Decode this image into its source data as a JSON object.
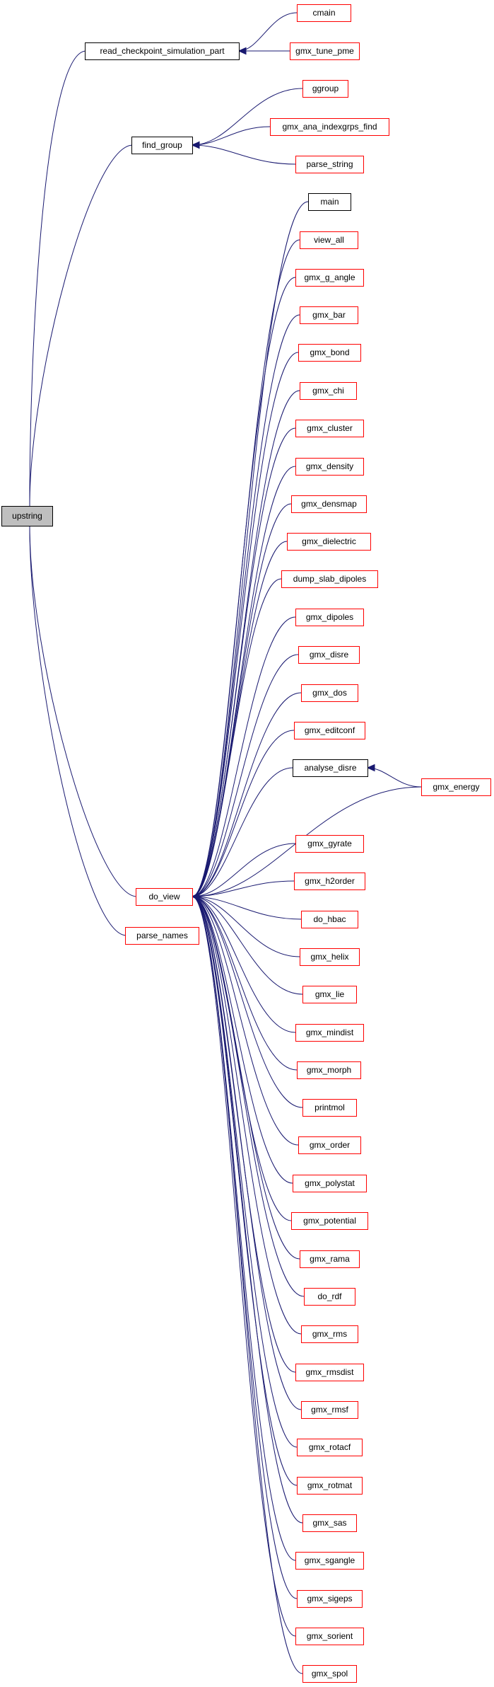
{
  "colors": {
    "edge": "#191970",
    "root_fill": "#bfbfbf",
    "root_border": "#000000",
    "documented_border": "#000000",
    "undocumented_border": "#ff0000",
    "node_fill": "#ffffff"
  },
  "graph": {
    "root": "upstring",
    "nodes": [
      {
        "id": "upstring",
        "label": "upstring",
        "style": "root"
      },
      {
        "id": "read_checkpoint_simulation_part",
        "label": "read_checkpoint_simulation_part",
        "style": "documented"
      },
      {
        "id": "cmain",
        "label": "cmain",
        "style": "undocumented"
      },
      {
        "id": "gmx_tune_pme",
        "label": "gmx_tune_pme",
        "style": "undocumented"
      },
      {
        "id": "find_group",
        "label": "find_group",
        "style": "documented"
      },
      {
        "id": "ggroup",
        "label": "ggroup",
        "style": "undocumented"
      },
      {
        "id": "gmx_ana_indexgrps_find",
        "label": "gmx_ana_indexgrps_find",
        "style": "undocumented"
      },
      {
        "id": "parse_string",
        "label": "parse_string",
        "style": "undocumented"
      },
      {
        "id": "do_view",
        "label": "do_view",
        "style": "undocumented"
      },
      {
        "id": "parse_names",
        "label": "parse_names",
        "style": "undocumented"
      },
      {
        "id": "main",
        "label": "main",
        "style": "documented"
      },
      {
        "id": "view_all",
        "label": "view_all",
        "style": "undocumented"
      },
      {
        "id": "gmx_g_angle",
        "label": "gmx_g_angle",
        "style": "undocumented"
      },
      {
        "id": "gmx_bar",
        "label": "gmx_bar",
        "style": "undocumented"
      },
      {
        "id": "gmx_bond",
        "label": "gmx_bond",
        "style": "undocumented"
      },
      {
        "id": "gmx_chi",
        "label": "gmx_chi",
        "style": "undocumented"
      },
      {
        "id": "gmx_cluster",
        "label": "gmx_cluster",
        "style": "undocumented"
      },
      {
        "id": "gmx_density",
        "label": "gmx_density",
        "style": "undocumented"
      },
      {
        "id": "gmx_densmap",
        "label": "gmx_densmap",
        "style": "undocumented"
      },
      {
        "id": "gmx_dielectric",
        "label": "gmx_dielectric",
        "style": "undocumented"
      },
      {
        "id": "dump_slab_dipoles",
        "label": "dump_slab_dipoles",
        "style": "undocumented"
      },
      {
        "id": "gmx_dipoles",
        "label": "gmx_dipoles",
        "style": "undocumented"
      },
      {
        "id": "gmx_disre",
        "label": "gmx_disre",
        "style": "undocumented"
      },
      {
        "id": "gmx_dos",
        "label": "gmx_dos",
        "style": "undocumented"
      },
      {
        "id": "gmx_editconf",
        "label": "gmx_editconf",
        "style": "undocumented"
      },
      {
        "id": "analyse_disre",
        "label": "analyse_disre",
        "style": "documented"
      },
      {
        "id": "gmx_energy",
        "label": "gmx_energy",
        "style": "undocumented"
      },
      {
        "id": "gmx_gyrate",
        "label": "gmx_gyrate",
        "style": "undocumented"
      },
      {
        "id": "gmx_h2order",
        "label": "gmx_h2order",
        "style": "undocumented"
      },
      {
        "id": "do_hbac",
        "label": "do_hbac",
        "style": "undocumented"
      },
      {
        "id": "gmx_helix",
        "label": "gmx_helix",
        "style": "undocumented"
      },
      {
        "id": "gmx_lie",
        "label": "gmx_lie",
        "style": "undocumented"
      },
      {
        "id": "gmx_mindist",
        "label": "gmx_mindist",
        "style": "undocumented"
      },
      {
        "id": "gmx_morph",
        "label": "gmx_morph",
        "style": "undocumented"
      },
      {
        "id": "printmol",
        "label": "printmol",
        "style": "undocumented"
      },
      {
        "id": "gmx_order",
        "label": "gmx_order",
        "style": "undocumented"
      },
      {
        "id": "gmx_polystat",
        "label": "gmx_polystat",
        "style": "undocumented"
      },
      {
        "id": "gmx_potential",
        "label": "gmx_potential",
        "style": "undocumented"
      },
      {
        "id": "gmx_rama",
        "label": "gmx_rama",
        "style": "undocumented"
      },
      {
        "id": "do_rdf",
        "label": "do_rdf",
        "style": "undocumented"
      },
      {
        "id": "gmx_rms",
        "label": "gmx_rms",
        "style": "undocumented"
      },
      {
        "id": "gmx_rmsdist",
        "label": "gmx_rmsdist",
        "style": "undocumented"
      },
      {
        "id": "gmx_rmsf",
        "label": "gmx_rmsf",
        "style": "undocumented"
      },
      {
        "id": "gmx_rotacf",
        "label": "gmx_rotacf",
        "style": "undocumented"
      },
      {
        "id": "gmx_rotmat",
        "label": "gmx_rotmat",
        "style": "undocumented"
      },
      {
        "id": "gmx_sas",
        "label": "gmx_sas",
        "style": "undocumented"
      },
      {
        "id": "gmx_sgangle",
        "label": "gmx_sgangle",
        "style": "undocumented"
      },
      {
        "id": "gmx_sigeps",
        "label": "gmx_sigeps",
        "style": "undocumented"
      },
      {
        "id": "gmx_sorient",
        "label": "gmx_sorient",
        "style": "undocumented"
      },
      {
        "id": "gmx_spol",
        "label": "gmx_spol",
        "style": "undocumented"
      }
    ],
    "edges": [
      {
        "from": "read_checkpoint_simulation_part",
        "to": "upstring"
      },
      {
        "from": "find_group",
        "to": "upstring"
      },
      {
        "from": "do_view",
        "to": "upstring"
      },
      {
        "from": "parse_names",
        "to": "upstring"
      },
      {
        "from": "cmain",
        "to": "read_checkpoint_simulation_part"
      },
      {
        "from": "gmx_tune_pme",
        "to": "read_checkpoint_simulation_part"
      },
      {
        "from": "ggroup",
        "to": "find_group"
      },
      {
        "from": "gmx_ana_indexgrps_find",
        "to": "find_group"
      },
      {
        "from": "parse_string",
        "to": "find_group"
      },
      {
        "from": "main",
        "to": "do_view"
      },
      {
        "from": "view_all",
        "to": "do_view"
      },
      {
        "from": "gmx_g_angle",
        "to": "do_view"
      },
      {
        "from": "gmx_bar",
        "to": "do_view"
      },
      {
        "from": "gmx_bond",
        "to": "do_view"
      },
      {
        "from": "gmx_chi",
        "to": "do_view"
      },
      {
        "from": "gmx_cluster",
        "to": "do_view"
      },
      {
        "from": "gmx_density",
        "to": "do_view"
      },
      {
        "from": "gmx_densmap",
        "to": "do_view"
      },
      {
        "from": "gmx_dielectric",
        "to": "do_view"
      },
      {
        "from": "dump_slab_dipoles",
        "to": "do_view"
      },
      {
        "from": "gmx_dipoles",
        "to": "do_view"
      },
      {
        "from": "gmx_disre",
        "to": "do_view"
      },
      {
        "from": "gmx_dos",
        "to": "do_view"
      },
      {
        "from": "gmx_editconf",
        "to": "do_view"
      },
      {
        "from": "analyse_disre",
        "to": "do_view"
      },
      {
        "from": "gmx_energy",
        "to": "do_view"
      },
      {
        "from": "gmx_energy",
        "to": "analyse_disre"
      },
      {
        "from": "gmx_gyrate",
        "to": "do_view"
      },
      {
        "from": "gmx_h2order",
        "to": "do_view"
      },
      {
        "from": "do_hbac",
        "to": "do_view"
      },
      {
        "from": "gmx_helix",
        "to": "do_view"
      },
      {
        "from": "gmx_lie",
        "to": "do_view"
      },
      {
        "from": "gmx_mindist",
        "to": "do_view"
      },
      {
        "from": "gmx_morph",
        "to": "do_view"
      },
      {
        "from": "printmol",
        "to": "do_view"
      },
      {
        "from": "gmx_order",
        "to": "do_view"
      },
      {
        "from": "gmx_polystat",
        "to": "do_view"
      },
      {
        "from": "gmx_potential",
        "to": "do_view"
      },
      {
        "from": "gmx_rama",
        "to": "do_view"
      },
      {
        "from": "do_rdf",
        "to": "do_view"
      },
      {
        "from": "gmx_rms",
        "to": "do_view"
      },
      {
        "from": "gmx_rmsdist",
        "to": "do_view"
      },
      {
        "from": "gmx_rmsf",
        "to": "do_view"
      },
      {
        "from": "gmx_rotacf",
        "to": "do_view"
      },
      {
        "from": "gmx_rotmat",
        "to": "do_view"
      },
      {
        "from": "gmx_sas",
        "to": "do_view"
      },
      {
        "from": "gmx_sgangle",
        "to": "do_view"
      },
      {
        "from": "gmx_sigeps",
        "to": "do_view"
      },
      {
        "from": "gmx_sorient",
        "to": "do_view"
      },
      {
        "from": "gmx_spol",
        "to": "do_view"
      }
    ]
  }
}
